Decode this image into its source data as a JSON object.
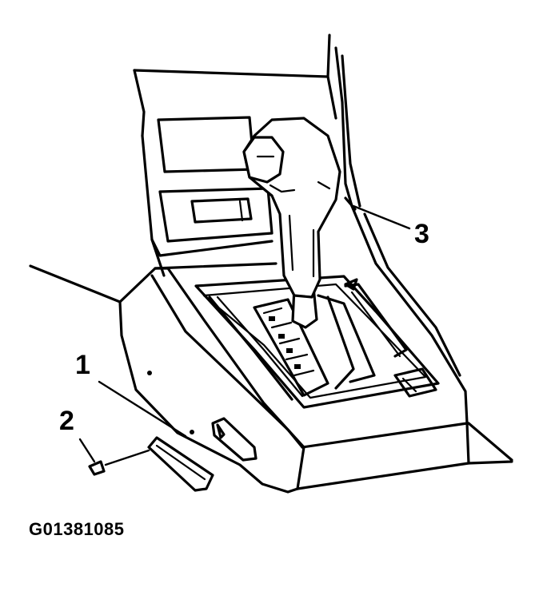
{
  "callouts": {
    "one": "1",
    "two": "2",
    "three": "3"
  },
  "figure_code": "G01381085",
  "colors": {
    "ink": "#000000",
    "paper": "#ffffff"
  }
}
